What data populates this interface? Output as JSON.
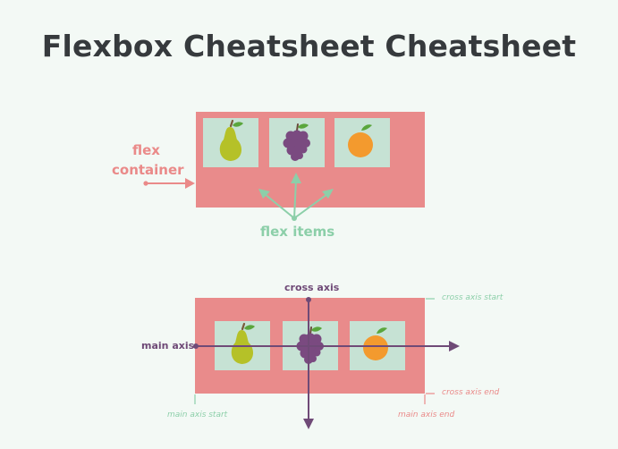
{
  "title": "Flexbox Cheatsheet Cheatsheet",
  "labels": {
    "flex_container_line1": "flex",
    "flex_container_line2": "container",
    "flex_items": "flex items",
    "cross_axis": "cross axis",
    "main_axis": "main axis",
    "cross_axis_start": "cross axis start",
    "cross_axis_end": "cross axis end",
    "main_axis_start": "main axis start",
    "main_axis_end": "main axis end"
  },
  "items": [
    {
      "icon": "pear-icon"
    },
    {
      "icon": "grapes-icon"
    },
    {
      "icon": "orange-icon"
    }
  ],
  "colors": {
    "background": "#f3f9f5",
    "container": "#e98b8b",
    "item": "#c6e2d4",
    "container_label": "#ea8a89",
    "items_label": "#8ccfa9",
    "axis": "#6f4a77",
    "start_label": "#8ccfa9",
    "end_label": "#ea8a89",
    "title": "#363a3d"
  }
}
